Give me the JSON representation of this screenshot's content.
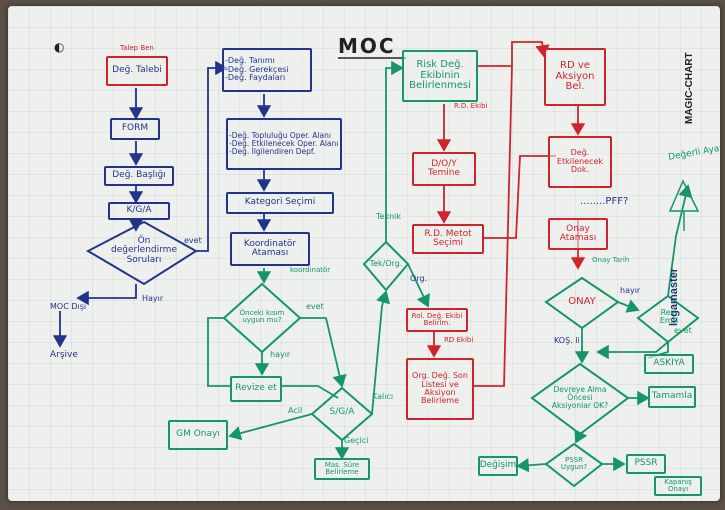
{
  "colors": {
    "blue": "#22348a",
    "green": "#14966a",
    "red": "#d0242c",
    "grid": "#c9d2d0",
    "board": "#eef0ee"
  },
  "board": {
    "title": "MOC",
    "side_brand": "MAGIC-CHART",
    "side_brand2": "legamaster"
  },
  "blue": {
    "talep_note": "Talep Ben",
    "dog_talebi": "Değ. Talebi",
    "form": "FORM",
    "dog_baslig": "Değ. Başlığı",
    "kga": "K/G/A",
    "on_deg": "Ön değerlendirme Soruları",
    "evet": "evet",
    "hayir": "Hayır",
    "moc_dis": "MOC Dışı",
    "arsiv": "Arşive",
    "list1": [
      "-Değ. Tanımı",
      "-Değ. Gerekçesi",
      "-Değ. Faydaları"
    ],
    "list2": [
      "-Değ. Topluluğu Oper. Alanı",
      "-Değ. Etkilenecek Oper. Alanı",
      "-Değ. İlgilendiren Depf."
    ],
    "kategori": "Kategori Seçimi",
    "koord": "Koordinatör Ataması",
    "koord_note": "koordinatör"
  },
  "green": {
    "onceki": "Önceki kısım uygun mu?",
    "evet": "evet",
    "hayir": "hayır",
    "revize": "Revize et",
    "sga": "S/G/A",
    "acil": "Acil",
    "gm": "GM Onayı",
    "gecici": "Geçici",
    "kalici": "Kalıcı",
    "mas": "Mas. Süre Belirleme",
    "teknik": "Teknik",
    "tek_org": "Tek/Org.",
    "org": "Org.",
    "risk": "Risk Değ. Ekibinin Belirlenmesi",
    "degerli": "Değerli Ayaz"
  },
  "red": {
    "rd_ekibi": "R.D. Ekibi",
    "doy": "D/O/Y Temine",
    "rd_metot": "R.D. Metot Seçimi",
    "rol": "Rol. Değ. Ekibi Belirlm.",
    "rd_note": "RD Ekibi",
    "org_deg": "Org. Değ. Son Listesi ve Aksiyon Belirleme",
    "rd_aks": "RD ve Aksiyon Bel.",
    "dog_etk": "Değ. Etkilenecek Dok.",
    "dots": "........PFF?",
    "onay_atama": "Onay Ataması",
    "onay": "ONAY",
    "kosul": "KOŞ. li",
    "rev": "Rev. Emri",
    "hayir": "hayır",
    "evet": "evet",
    "askiya": "ASKIYA",
    "devreye": "Devreye Alma Öncesi Aksiyonlar OK?",
    "tamamla": "Tamamla",
    "degisim": "Değişim",
    "pssr": "PSSR Uygun?",
    "pssr_box": "PSSR",
    "kapanis": "Kapanış Onayı",
    "onay_note": "Onay Tarih"
  }
}
